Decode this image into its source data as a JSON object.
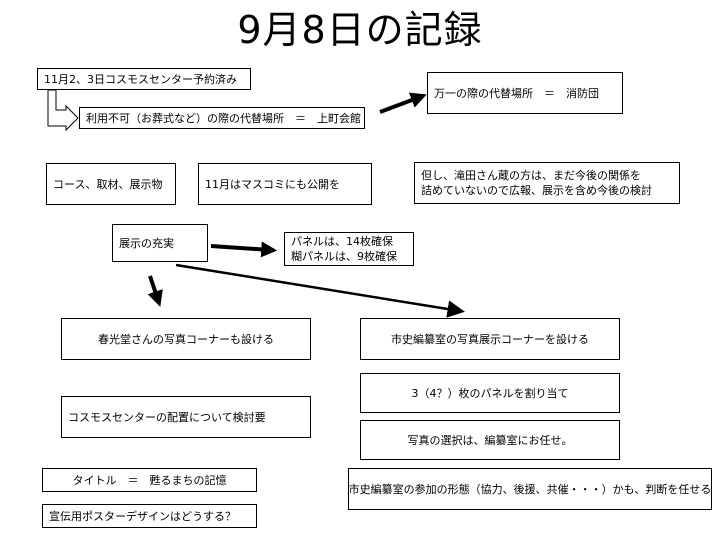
{
  "title": "9月8日の記録",
  "boxes": {
    "cosmos_reserved": "11月2、3日コスモスセンター予約済み",
    "alt_venue": "利用不可（お葬式など）の際の代替場所　＝　上町会館",
    "alt_alt_venue": "万一の際の代替場所　＝　消防団",
    "course": "コース、取材、展示物",
    "press": "11月はマスコミにも公開を",
    "takita_line1": "但し、滝田さん蔵の方は、まだ今後の関係を",
    "takita_line2": "詰めていないので広報、展示を含め今後の検討",
    "exhibit": "展示の充実",
    "panels_line1": "パネルは、14枚確保",
    "panels_line2": "糊パネルは、9枚確保",
    "shunkodo": "春光堂さんの写真コーナーも設ける",
    "history_office": "市史編纂室の写真展示コーナーを設ける",
    "panel_alloc": "3（4？）枚のパネルを割り当て",
    "photo_select": "写真の選択は、編纂室にお任せ。",
    "layout": "コスモスセンターの配置について検討要",
    "event_title": "タイトル　＝　甦るまちの記憶",
    "participation": "市史編纂室の参加の形態（協力、後援、共催・・・）かも、判断を任せる",
    "poster": "宣伝用ポスターデザインはどうする？"
  }
}
